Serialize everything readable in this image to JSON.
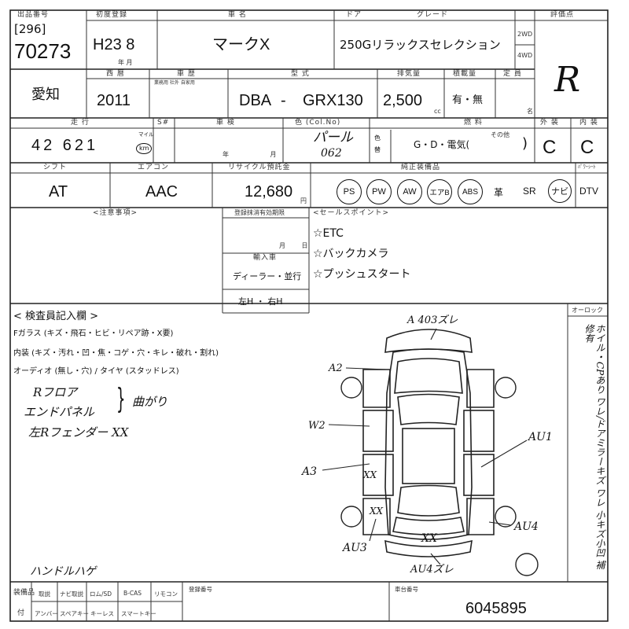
{
  "top": {
    "exhibit_header": "出品番号",
    "lane": "[296]",
    "lot_no": "70273",
    "first_reg_header": "初度登録",
    "first_reg": "H23 8",
    "year_month_unit": "年 月",
    "car_name_header": "車 名",
    "car_name": "マークX",
    "doors_header": "ドア",
    "grade_header": "グレード",
    "grade": "250Gリラックスセレクション",
    "drive_2wd": "2WD",
    "drive_4wd": "4WD",
    "score_header": "評価点",
    "score": "R"
  },
  "row2": {
    "region": "愛知",
    "year_header": "西 暦",
    "year": "2011",
    "class_header": "車 歴",
    "class_sub": "業務用 社外 自家用",
    "inspection_header": "型 式",
    "model_prefix": "DBA",
    "model_dash": "-",
    "model_code": "GRX130",
    "displacement_header": "排気量",
    "displacement": "2,500",
    "cc": "cc",
    "ac_header": "積載量",
    "ac_value": "有・無",
    "capacity_header": "定 員",
    "capacity_unit": "名"
  },
  "row3": {
    "mileage_header": "走 行",
    "mileage": "42 621",
    "mileage_unit_mile": "マイル",
    "mileage_unit_km": "km",
    "sno_header": "S#",
    "inspect_header": "車 検",
    "inspect_unit": "年 月",
    "color_header": "色 (Col.No)",
    "color": "パール",
    "color_no": "062",
    "color_change_header": "色替",
    "fuel_header": "燃 料",
    "fuel_value": "G・D・電気(",
    "fuel_other": "その他",
    "fuel_close": ")",
    "exterior_header": "外 装",
    "exterior": "C",
    "interior_header": "内 装",
    "interior": "C"
  },
  "row4": {
    "shift_header": "シフト",
    "shift": "AT",
    "aircon_header": "エアコン",
    "aircon": "AAC",
    "recycle_header": "リサイクル預託金",
    "recycle": "12,680",
    "recycle_unit": "円",
    "equipment_header": "純正装備品",
    "equip_circled": [
      "PS",
      "PW",
      "AW",
      "エアB",
      "ABS"
    ],
    "equip_roof": "革",
    "equip_sr": "SR",
    "equip_navi": "ナビ",
    "equip_tv_header": "DTV",
    "equip_tv_sub": "ﾊﾟﾜｰｼｰﾄ"
  },
  "row5": {
    "notes_header": "<注意事項>",
    "reg_header": "登録抹消有効期限",
    "reg_unit": "月 日",
    "import_header": "輸入車",
    "import_value": "ディーラー・並行",
    "handle_value": "左H ・ 右H",
    "sales_header": "<セールスポイント>",
    "sales_points": [
      "☆ETC",
      "☆バックカメラ",
      "☆プッシュスタート"
    ]
  },
  "inspector": {
    "header": "< 検査員記入欄 >",
    "line1": "Fガラス (キズ・飛石・ヒビ・リペア跡・X要)",
    "line2": "内装 (キズ・汚れ・凹・焦・コゲ・穴・キレ・破れ・割れ)",
    "line3": "オーディオ (無し・穴) / タイヤ (スタッドレス)",
    "hand1": "Rフロア",
    "hand2": "エンドパネル",
    "hand3": "左Rフェンダー XX",
    "hand_brace": "曲がり",
    "hand_bottom": "ハンドルハゲ"
  },
  "diagram": {
    "labels": {
      "top": "A 403ズレ",
      "a2": "A2",
      "w2": "W2",
      "a3": "A3",
      "xx1": "XX",
      "xx2": "XX",
      "xx3": "XX",
      "au1": "AU1",
      "au3": "AU3",
      "au4": "AU4",
      "bottom": "AU4ズレ"
    }
  },
  "side": {
    "header": "オーロック",
    "vertical": "ホイル・CPあり ワレ/ドアミラーキズ ワレ 小キズ小凹 補修有"
  },
  "footer": {
    "row_header": "装備品",
    "row_header2": "付",
    "items_top": [
      "取説",
      "ナビ取説",
      "ロム/SD",
      "B-CAS",
      "リモコン"
    ],
    "items_bottom": [
      "アンバー",
      "スペアキー",
      "キーレス",
      "スマートキー"
    ],
    "reg_no_header": "登録番号",
    "chassis_header": "車台番号",
    "chassis": "6045895"
  }
}
